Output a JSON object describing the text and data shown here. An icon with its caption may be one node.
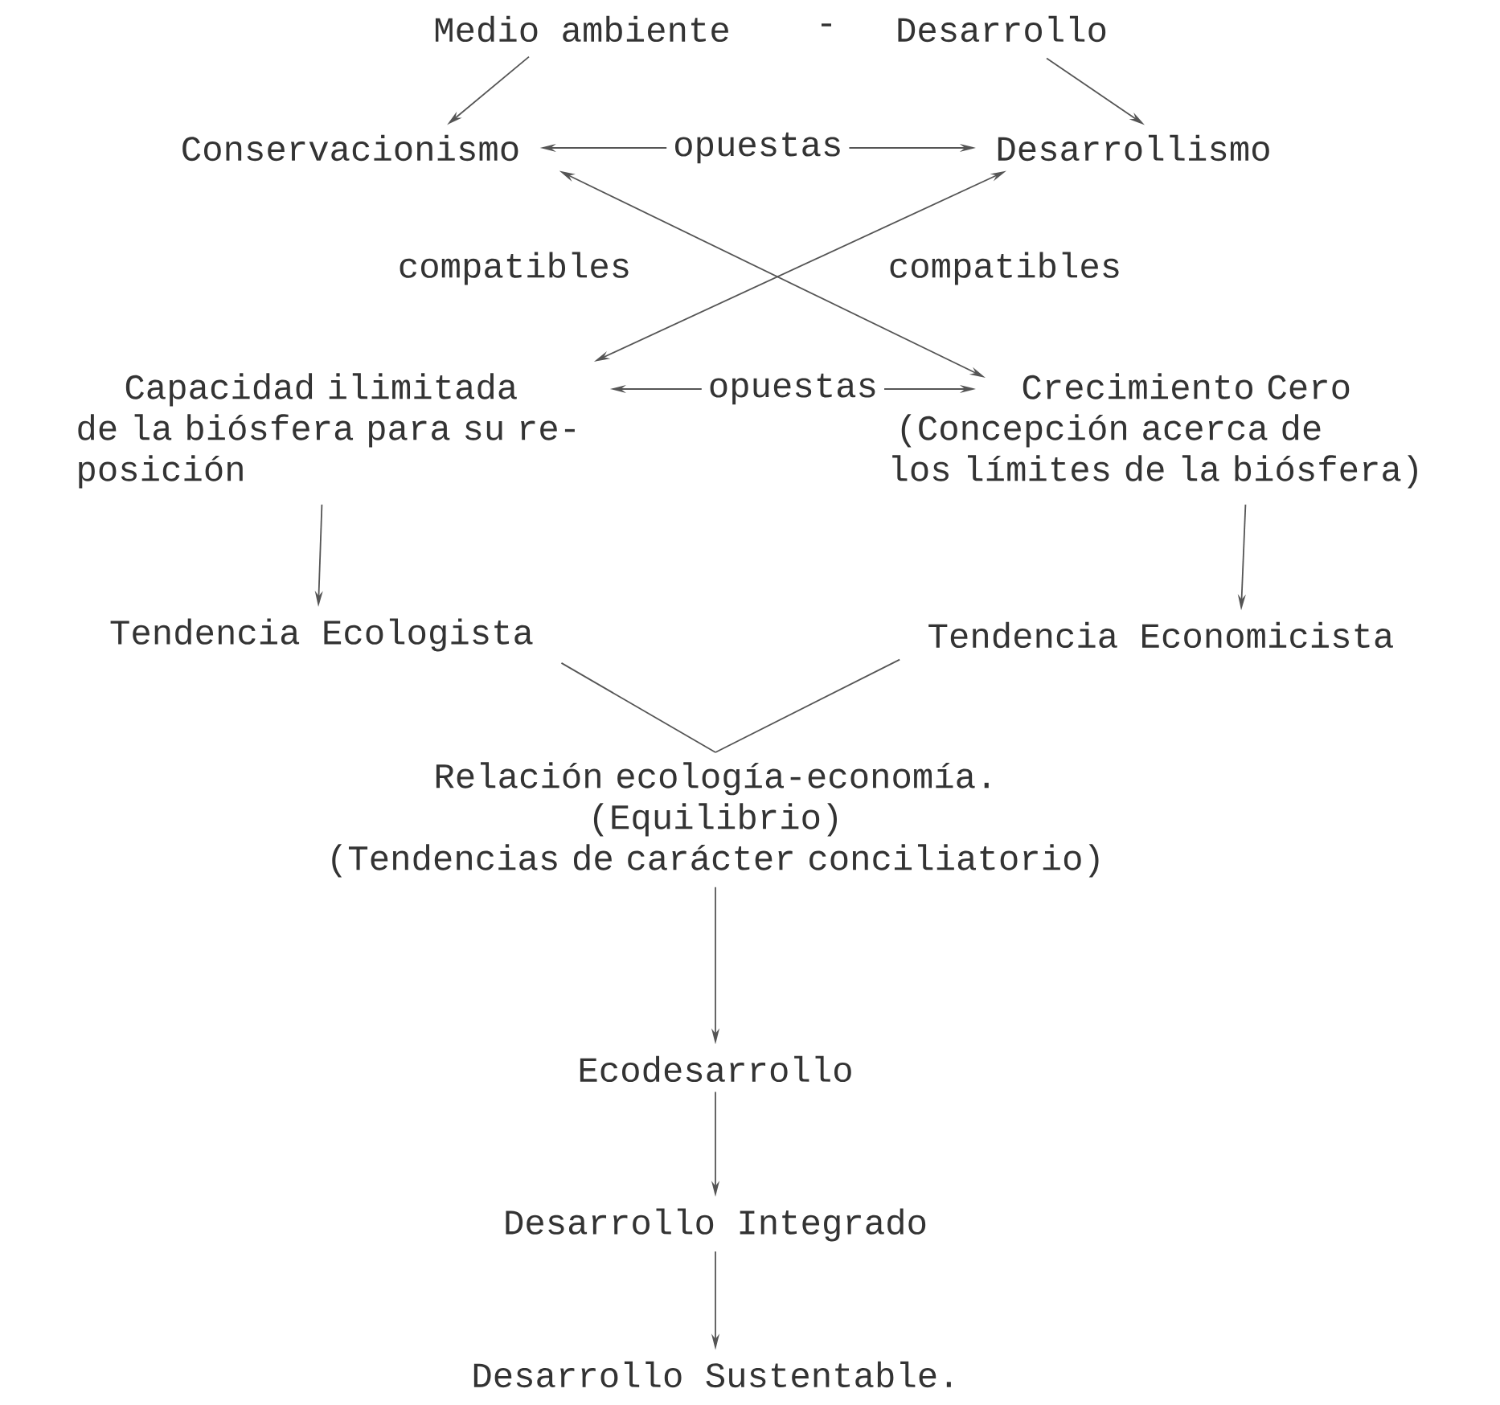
{
  "diagram": {
    "nodes": [
      {
        "text": [
          "Medio ambiente"
        ]
      },
      {
        "text": [
          "Desarrollo"
        ]
      },
      {
        "text": [
          "Conservacionismo"
        ]
      },
      {
        "text": [
          "Desarrollismo"
        ]
      },
      {
        "text": [
          "Capacidad ilimitada de la biósfera para su re- posición"
        ]
      },
      {
        "text": [
          "Crecimiento Cero",
          "(Concepción acerca de los límites de la biósfera)"
        ]
      },
      {
        "text": [
          "Tendencia Ecologista"
        ]
      },
      {
        "text": [
          "Tendencia Economicista"
        ]
      },
      {
        "text": [
          "Relación ecología-economía.",
          "(Equilibrio)",
          "(Tendencias de carácter conciliatorio)"
        ]
      },
      {
        "text": [
          "Ecodesarrollo"
        ]
      },
      {
        "text": [
          "Desarrollo Integrado"
        ]
      },
      {
        "text": [
          "Desarrollo Sustentable."
        ]
      }
    ],
    "edges": [
      {
        "from": 0,
        "to": 2,
        "arrow": "to"
      },
      {
        "from": 1,
        "to": 3,
        "arrow": "to"
      },
      {
        "from": 2,
        "to": 3,
        "arrow": "both",
        "label": "opuestas"
      },
      {
        "from": 2,
        "to": 5,
        "arrow": "both"
      },
      {
        "from": 3,
        "to": 4,
        "arrow": "both"
      },
      {
        "from": 4,
        "to": 5,
        "arrow": "both",
        "label": "opuestas"
      },
      {
        "from": 4,
        "to": 6,
        "arrow": "to"
      },
      {
        "from": 5,
        "to": 7,
        "arrow": "to"
      },
      {
        "from": 6,
        "to": 8,
        "arrow": "none"
      },
      {
        "from": 7,
        "to": 8,
        "arrow": "none"
      },
      {
        "from": 8,
        "to": 9,
        "arrow": "to"
      },
      {
        "from": 9,
        "to": 10,
        "arrow": "to"
      },
      {
        "from": 10,
        "to": 11,
        "arrow": "to"
      }
    ],
    "labels": [
      "-",
      "compatibles",
      "compatibles"
    ]
  }
}
